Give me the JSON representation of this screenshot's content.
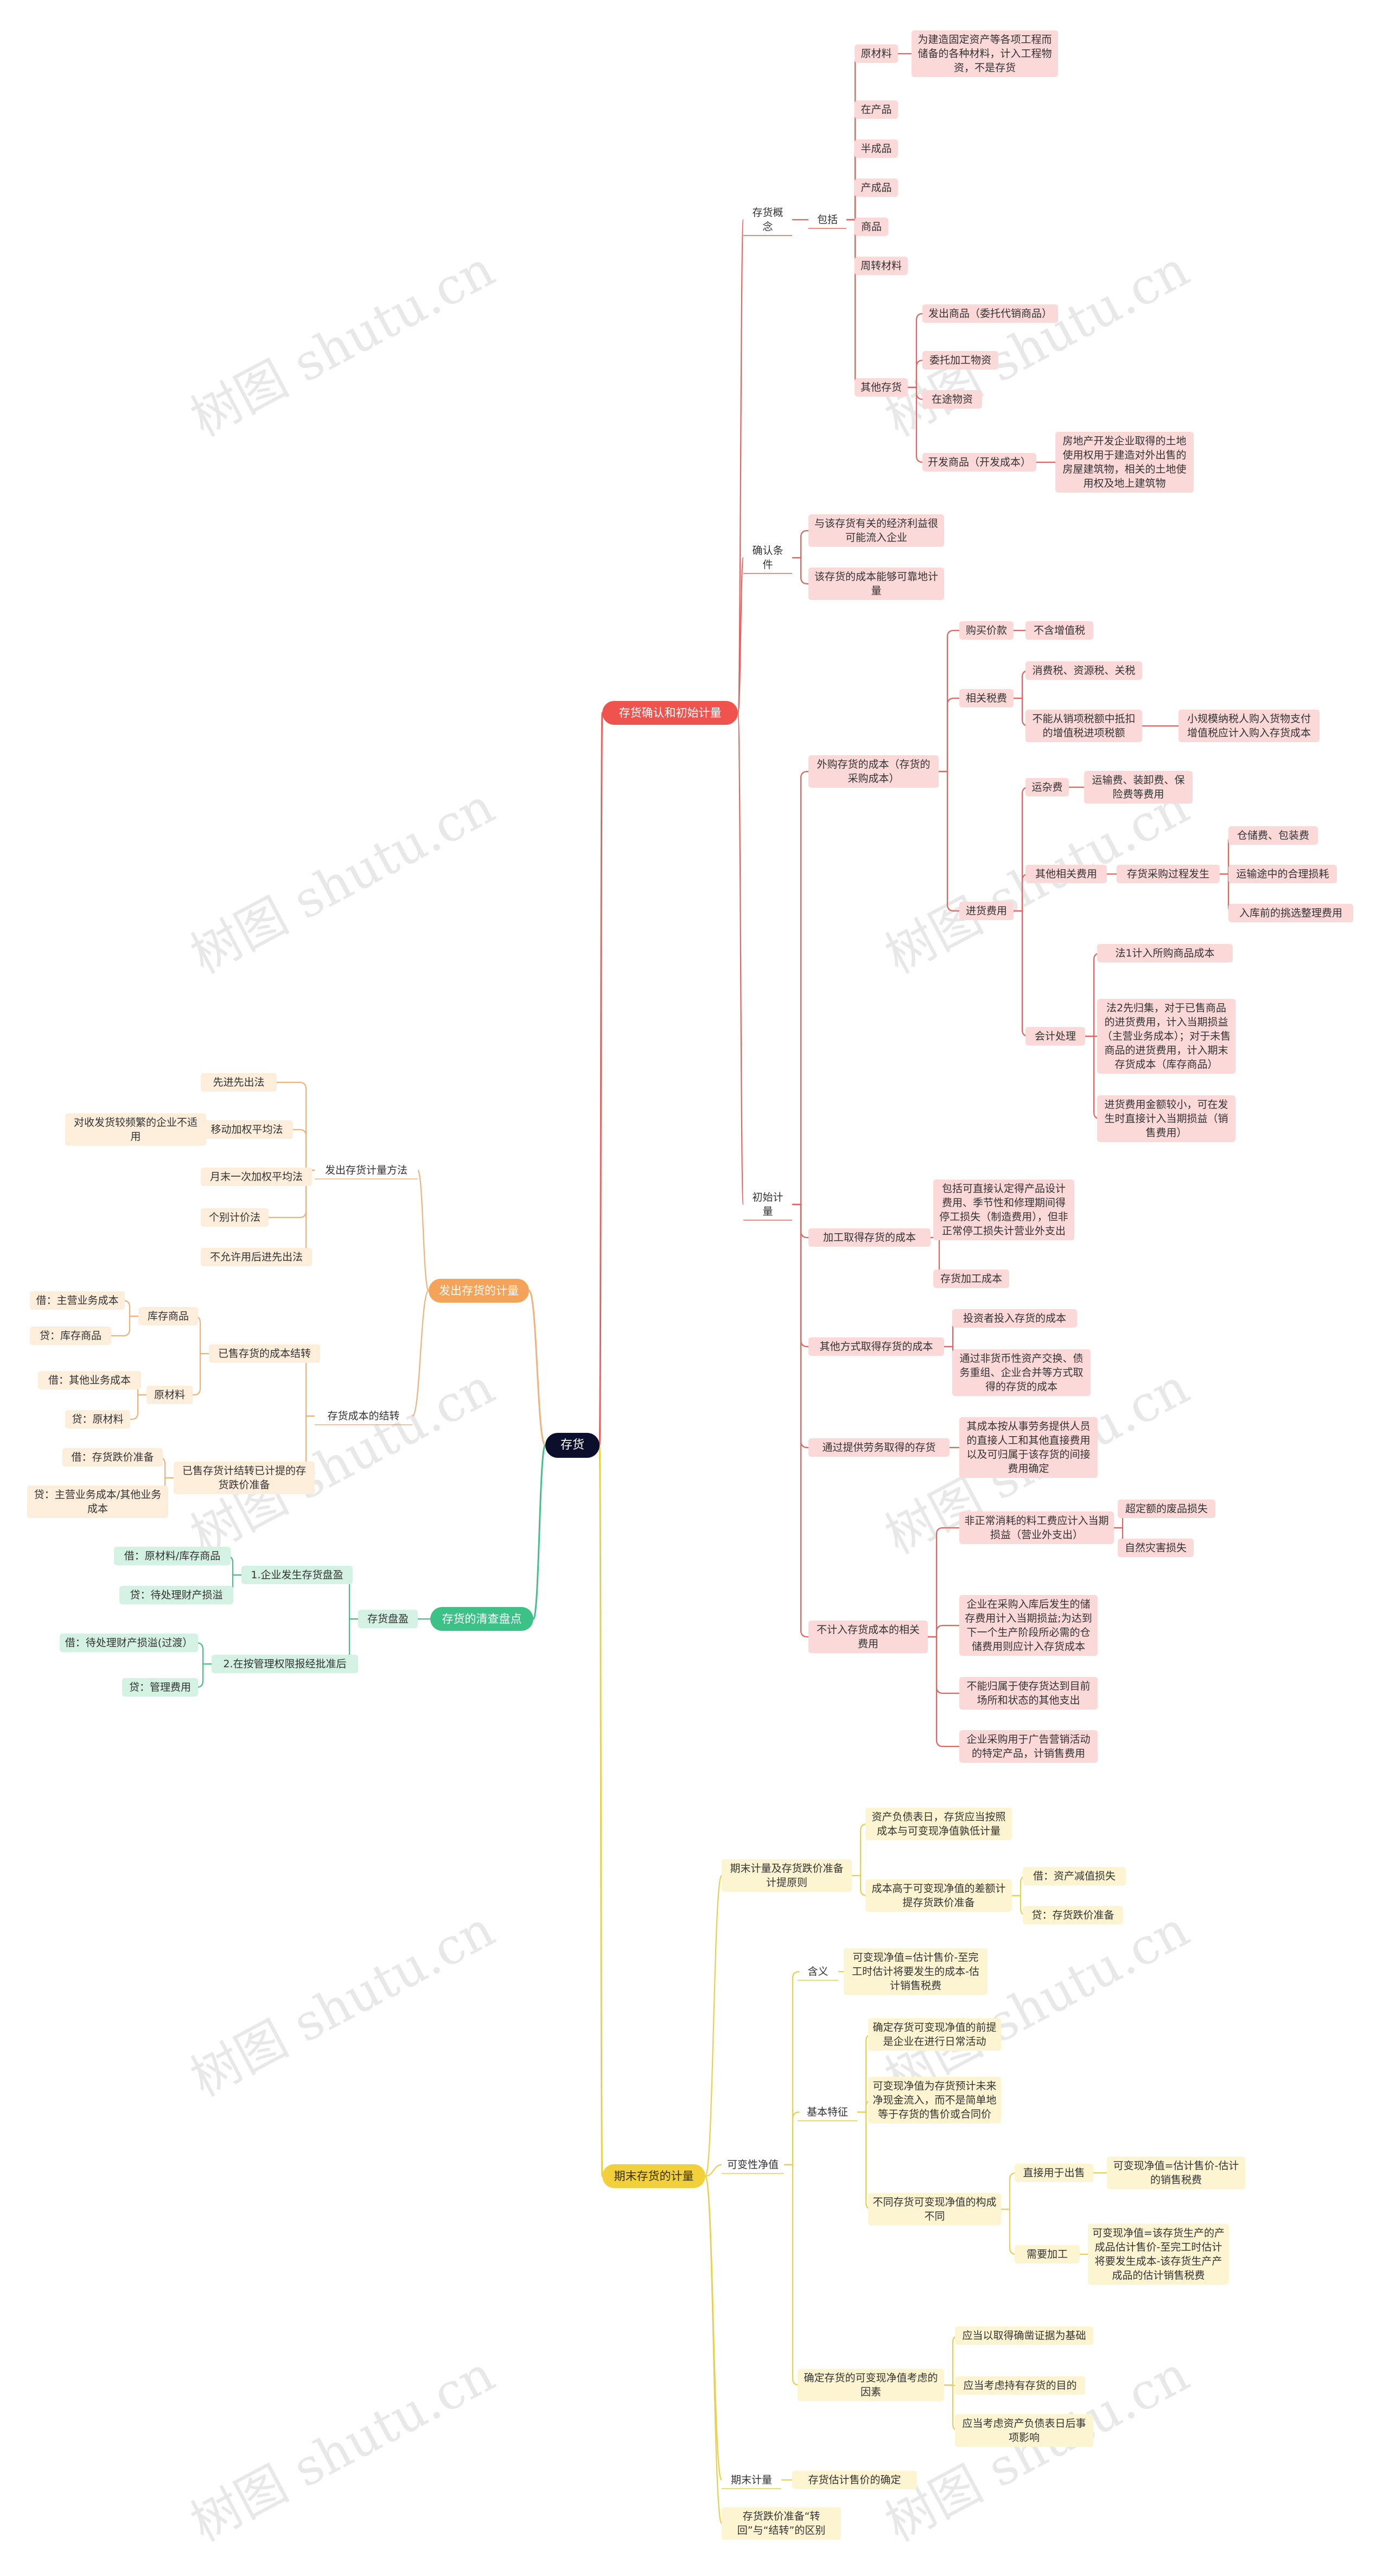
{
  "root": "存货",
  "watermark": "树图 shutu.cn",
  "colors": {
    "root": "#0b0f2c",
    "red": {
      "main": "#f0524d",
      "line": "#e7625f",
      "fill": "#fbd9d8"
    },
    "orange": {
      "main": "#f4a35a",
      "line": "#f0b27a",
      "fill": "#fdeedc"
    },
    "green": {
      "main": "#3cc186",
      "line": "#45bf88",
      "fill": "#d3f2e3"
    },
    "yellow": {
      "main": "#f2d03b",
      "line": "#e9cf4c",
      "fill": "#fdf5d2"
    }
  },
  "nodes": {
    "b1": "存货确认和初始计量",
    "b1_1": "存货概念",
    "b1_1_1": "包括",
    "b1_1_1_a": "原材料",
    "b1_1_1_a1": "为建造固定资产等各项工程而储备的各种材料，计入工程物资，不是存货",
    "b1_1_1_b": "在产品",
    "b1_1_1_c": "半成品",
    "b1_1_1_d": "产成品",
    "b1_1_1_e": "商品",
    "b1_1_1_f": "周转材料",
    "b1_1_1_g": "其他存货",
    "b1_1_1_g1": "发出商品（委托代销商品）",
    "b1_1_1_g2": "委托加工物资",
    "b1_1_1_g3": "在途物资",
    "b1_1_1_g4": "开发商品（开发成本）",
    "b1_1_1_g4a": "房地产开发企业取得的土地使用权用于建造对外出售的 房屋建筑物，相关的土地使用权及地上建筑物",
    "b1_2": "确认条件",
    "b1_2_1": "与该存货有关的经济利益很可能流入企业",
    "b1_2_2": "该存货的成本能够可靠地计量",
    "b1_3": "初始计量",
    "b1_3_1": "外购存货的成本（存货的采购成本）",
    "b1_3_1_a": "购买价款",
    "b1_3_1_a1": "不含增值税",
    "b1_3_1_b": "相关税费",
    "b1_3_1_b1": "消费税、资源税、关税",
    "b1_3_1_b2": "不能从销项税额中抵扣的增值税进项税额",
    "b1_3_1_b2a": "小规模纳税人购入货物支付增值税应计入购入存货成本",
    "b1_3_1_c": "进货费用",
    "b1_3_1_c1": "运杂费",
    "b1_3_1_c1a": "运输费、装卸费、保险费等费用",
    "b1_3_1_c2": "其他相关费用",
    "b1_3_1_c2a": "存货采购过程发生",
    "b1_3_1_c2a1": "仓储费、包装费",
    "b1_3_1_c2a2": "运输途中的合理损耗",
    "b1_3_1_c2a3": "入库前的挑选整理费用",
    "b1_3_1_c3": "会计处理",
    "b1_3_1_c3a": "法1计入所购商品成本",
    "b1_3_1_c3b": "法2先归集，对于已售商品的进货费用，计入当期损益（主营业务成本）；对于未售商品的进货费用，计入期末存货成本（库存商品）",
    "b1_3_1_c3c": "进货费用金额较小，可在发生时直接计入当期损益（销售费用）",
    "b1_3_2": "加工取得存货的成本",
    "b1_3_2_a": "包括可直接认定得产品设计费用、季节性和修理期间得停工损失（制造费用），但非正常停工损失计营业外支出",
    "b1_3_2_b": "存货加工成本",
    "b1_3_3": "其他方式取得存货的成本",
    "b1_3_3_a": "投资者投入存货的成本",
    "b1_3_3_b": "通过非货币性资产交换、债务重组、企业合并等方式取得的存货的成本",
    "b1_3_4": "通过提供劳务取得的存货",
    "b1_3_4_a": "其成本按从事劳务提供人员的直接人工和其他直接费用以及可归属于该存货的间接费用确定",
    "b1_3_5": "不计入存货成本的相关费用",
    "b1_3_5_a": "非正常消耗的料工费应计入当期损益（营业外支出）",
    "b1_3_5_a1": "超定额的废品损失",
    "b1_3_5_a2": "自然灾害损失",
    "b1_3_5_b": "企业在采购入库后发生的储存费用计入当期损益;为达到下一个生产阶段所必需的仓储费用则应计入存货成本",
    "b1_3_5_c": "不能归属于使存货达到目前场所和状态的其他支出",
    "b1_3_5_d": "企业采购用于广告营销活动的特定产品，计销售费用",
    "b2": "发出存货的计量",
    "b2_1": "发出存货计量方法",
    "b2_1_a": "先进先出法",
    "b2_1_b": "移动加权平均法",
    "b2_1_b1": "对收发货较频繁的企业不适用",
    "b2_1_c": "月末一次加权平均法",
    "b2_1_d": "个别计价法",
    "b2_1_e": "不允许用后进先出法",
    "b2_2": "存货成本的结转",
    "b2_2_1": "已售存货的成本结转",
    "b2_2_1_a": "库存商品",
    "b2_2_1_a1": "借：主营业务成本",
    "b2_2_1_a2": "贷：库存商品",
    "b2_2_1_b": "原材料",
    "b2_2_1_b1": "借：其他业务成本",
    "b2_2_1_b2": "贷：原材料",
    "b2_2_2": "已售存货计结转已计提的存货跌价准备",
    "b2_2_2_a": "借：存货跌价准备",
    "b2_2_2_b": "贷：主营业务成本/其他业务成本",
    "b3": "存货的清查盘点",
    "b3_1": "存货盘盈",
    "b3_1_1": "1.企业发生存货盘盈",
    "b3_1_1_a": "借：原材料/库存商品",
    "b3_1_1_b": "贷：待处理财产损溢",
    "b3_1_2": "2.在按管理权限报经批准后",
    "b3_1_2_a": "借：待处理财产损溢(过渡）",
    "b3_1_2_b": "贷：管理费用",
    "b4": "期末存货的计量",
    "b4_1": "期末计量及存货跌价准备计提原则",
    "b4_1_a": "资产负债表日，存货应当按照成本与可变现净值孰低计量",
    "b4_1_b": "成本高于可变现净值的差额计提存货跌价准备",
    "b4_1_b1": "借：资产减值损失",
    "b4_1_b2": "贷：存货跌价准备",
    "b4_2": "可变性净值",
    "b4_2_1": "含义",
    "b4_2_1_a": "可变现净值=估计售价-至完工时估计将要发生的成本-估计销售税费",
    "b4_2_2": "基本特征",
    "b4_2_2_a": "确定存货可变现净值的前提是企业在进行日常活动",
    "b4_2_2_b": "可变现净值为存货预计未来净现金流入，而不是简单地等于存货的售价或合同价",
    "b4_2_2_c": "不同存货可变现净值的构成不同",
    "b4_2_2_c1": "直接用于出售",
    "b4_2_2_c1a": "可变现净值=估计售价-估计的销售税费",
    "b4_2_2_c2": "需要加工",
    "b4_2_2_c2a": "可变现净值=该存货生产的产成品估计售价-至完工时估计将要发生成本-该存货生产产成品的估计销售税费",
    "b4_2_3": "确定存货的可变现净值考虑的因素",
    "b4_2_3_a": "应当以取得确凿证据为基础",
    "b4_2_3_b": "应当考虑持有存货的目的",
    "b4_2_3_c": "应当考虑资产负债表日后事项影响",
    "b4_3": "期末计量",
    "b4_3_a": "存货估计售价的确定",
    "b4_4": "存货跌价准备“转回”与“结转”的区别"
  }
}
